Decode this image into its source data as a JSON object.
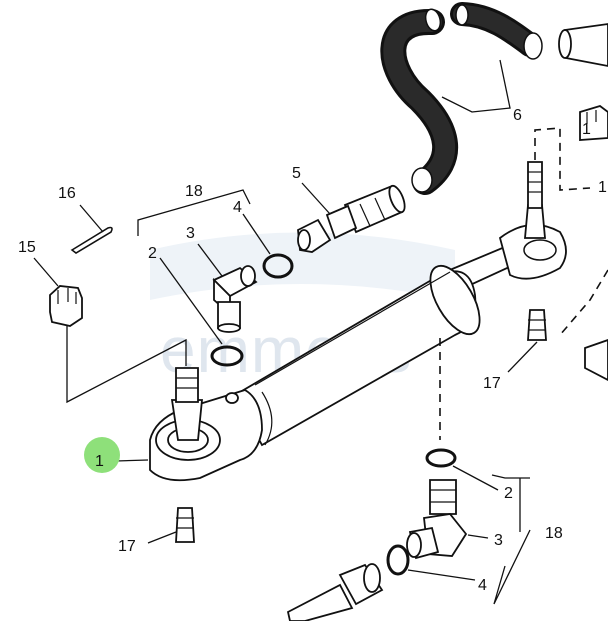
{
  "watermark": {
    "text": "emmetts",
    "color": "#dfe6ee"
  },
  "highlight": {
    "color": "#8ee07a",
    "label": "1"
  },
  "callouts": {
    "c16": "16",
    "c15": "15",
    "c18_top": "18",
    "c2_top": "2",
    "c3_top": "3",
    "c4_top": "4",
    "c5": "5",
    "c6": "6",
    "c1_right_top": "1",
    "c1_right_mid": "1",
    "c17_right": "17",
    "c17_left": "17",
    "c2_bottom": "2",
    "c18_bottom": "18",
    "c3_bottom": "3",
    "c4_bottom": "4"
  }
}
